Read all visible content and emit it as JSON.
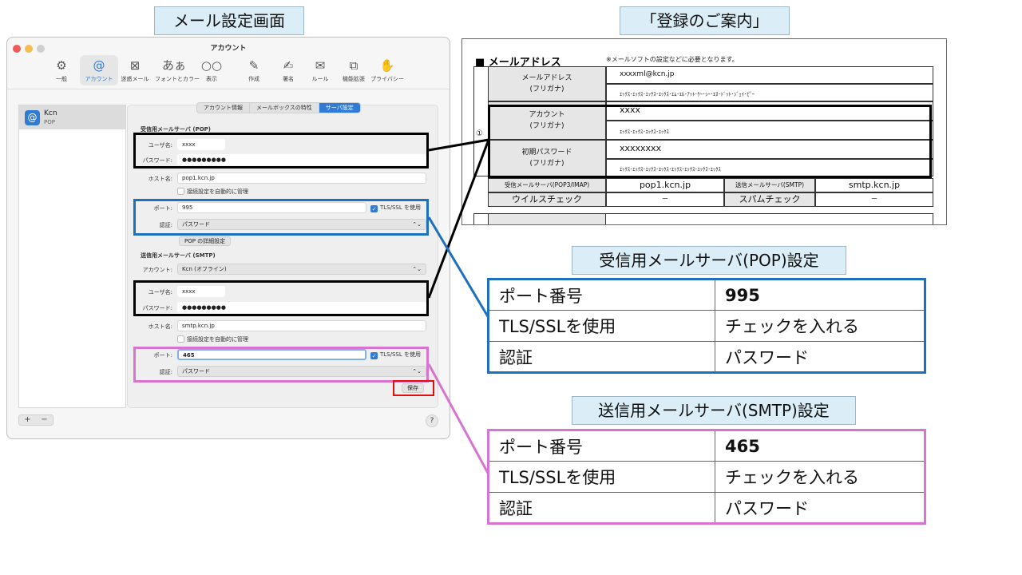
{
  "callouts": {
    "mail_settings": "メール設定画面",
    "registration": "「登録のご案内」",
    "pop_settings": "受信用メールサーバ(POP)設定",
    "smtp_settings": "送信用メールサーバ(SMTP)設定"
  },
  "window": {
    "title": "アカウント",
    "toolbar": [
      {
        "icon": "⚙",
        "icon_name": "gear-icon",
        "label": "一般"
      },
      {
        "icon": "@",
        "icon_name": "at-icon",
        "label": "アカウント"
      },
      {
        "icon": "⊠",
        "icon_name": "junk-icon",
        "label": "迷惑メール"
      },
      {
        "icon": "あぁ",
        "icon_name": "font-icon",
        "label": "フォントとカラー"
      },
      {
        "icon": "○○",
        "icon_name": "glasses-icon",
        "label": "表示"
      },
      {
        "icon": "✎",
        "icon_name": "compose-icon",
        "label": "作成"
      },
      {
        "icon": "✍",
        "icon_name": "signature-icon",
        "label": "署名"
      },
      {
        "icon": "✉",
        "icon_name": "rules-icon",
        "label": "ルール"
      },
      {
        "icon": "⧉",
        "icon_name": "extension-icon",
        "label": "機能拡張"
      },
      {
        "icon": "✋",
        "icon_name": "privacy-icon",
        "label": "プライバシー"
      }
    ],
    "account": {
      "initial": "@",
      "name": "Kcn",
      "type": "POP"
    },
    "tabs": [
      "アカウント情報",
      "メールボックスの特性",
      "サーバ設定"
    ],
    "pop": {
      "section": "受信用メールサーバ (POP)",
      "user_label": "ユーザ名:",
      "user_value": "xxxx",
      "password_label": "パスワード:",
      "password_value": "●●●●●●●●●",
      "host_label": "ホスト名:",
      "host_value": "pop1.kcn.jp",
      "auto_manage": "接続設定を自動的に管理",
      "port_label": "ポート:",
      "port_value": "995",
      "tls_label": "TLS/SSL を使用",
      "auth_label": "認証:",
      "auth_value": "パスワード",
      "advanced_button": "POP の詳細設定"
    },
    "smtp": {
      "section": "送信用メールサーバ (SMTP)",
      "account_label": "アカウント:",
      "account_value": "Kcn (オフライン)",
      "user_label": "ユーザ名:",
      "user_value": "xxxx",
      "password_label": "パスワード:",
      "password_value": "●●●●●●●●●",
      "host_label": "ホスト名:",
      "host_value": "smtp.kcn.jp",
      "auto_manage": "接続設定を自動的に管理",
      "port_label": "ポート:",
      "port_value": "465",
      "tls_label": "TLS/SSL を使用",
      "auth_label": "認証:",
      "auth_value": "パスワード"
    },
    "save_button": "保存",
    "plus": "+",
    "minus": "−",
    "help": "?"
  },
  "document": {
    "heading": "■ メールアドレス",
    "note": "※メールソフトの設定などに必要となります。",
    "circle_num": "①",
    "rows": [
      {
        "label": "メールアドレス\n(フリガナ)",
        "value": "xxxxml@kcn.jp",
        "kana": "ｴｯｸｽ･ｴｯｸｽ･ｴｯｸｽ･ｴｯｸｽ･ｴﾑ･ｴﾙ･ｱｯﾄ･ｹｰ･ｼｰ･ｴﾇ･ﾄﾞｯﾄ･ｼﾞｪｲ･ﾋﾟｰ"
      },
      {
        "label": "アカウント\n(フリガナ)",
        "value": "xxxx",
        "kana": "ｴｯｸｽ･ｴｯｸｽ･ｴｯｸｽ･ｴｯｸｽ"
      },
      {
        "label": "初期パスワード\n(フリガナ)",
        "value": "xxxxxxxx",
        "kana": "ｴｯｸｽ･ｴｯｸｽ･ｴｯｸｽ･ｴｯｸｽ･ｴｯｸｽ･ｴｯｸｽ･ｴｯｸｽ･ｴｯｸｽ"
      }
    ],
    "incoming_label": "受信メールサーバ(POP3/IMAP)",
    "incoming_value": "pop1.kcn.jp",
    "outgoing_label": "送信メールサーバ(SMTP)",
    "outgoing_value": "smtp.kcn.jp",
    "virus_label": "ウイルスチェック",
    "virus_value": "－",
    "spam_label": "スパムチェック",
    "spam_value": "－"
  },
  "pop_table": [
    {
      "label": "ポート番号",
      "value": "995"
    },
    {
      "label": "TLS/SSLを使用",
      "value": "チェックを入れる"
    },
    {
      "label": "認証",
      "value": "パスワード"
    }
  ],
  "smtp_table": [
    {
      "label": "ポート番号",
      "value": "465"
    },
    {
      "label": "TLS/SSLを使用",
      "value": "チェックを入れる"
    },
    {
      "label": "認証",
      "value": "パスワード"
    }
  ],
  "colors": {
    "black_box": "#000000",
    "pop_box": "#1f6fbf",
    "smtp_box": "#d874cf",
    "save_box": "#e01010",
    "callout_bg": "#dbeef7",
    "accent": "#2f7bd6"
  }
}
